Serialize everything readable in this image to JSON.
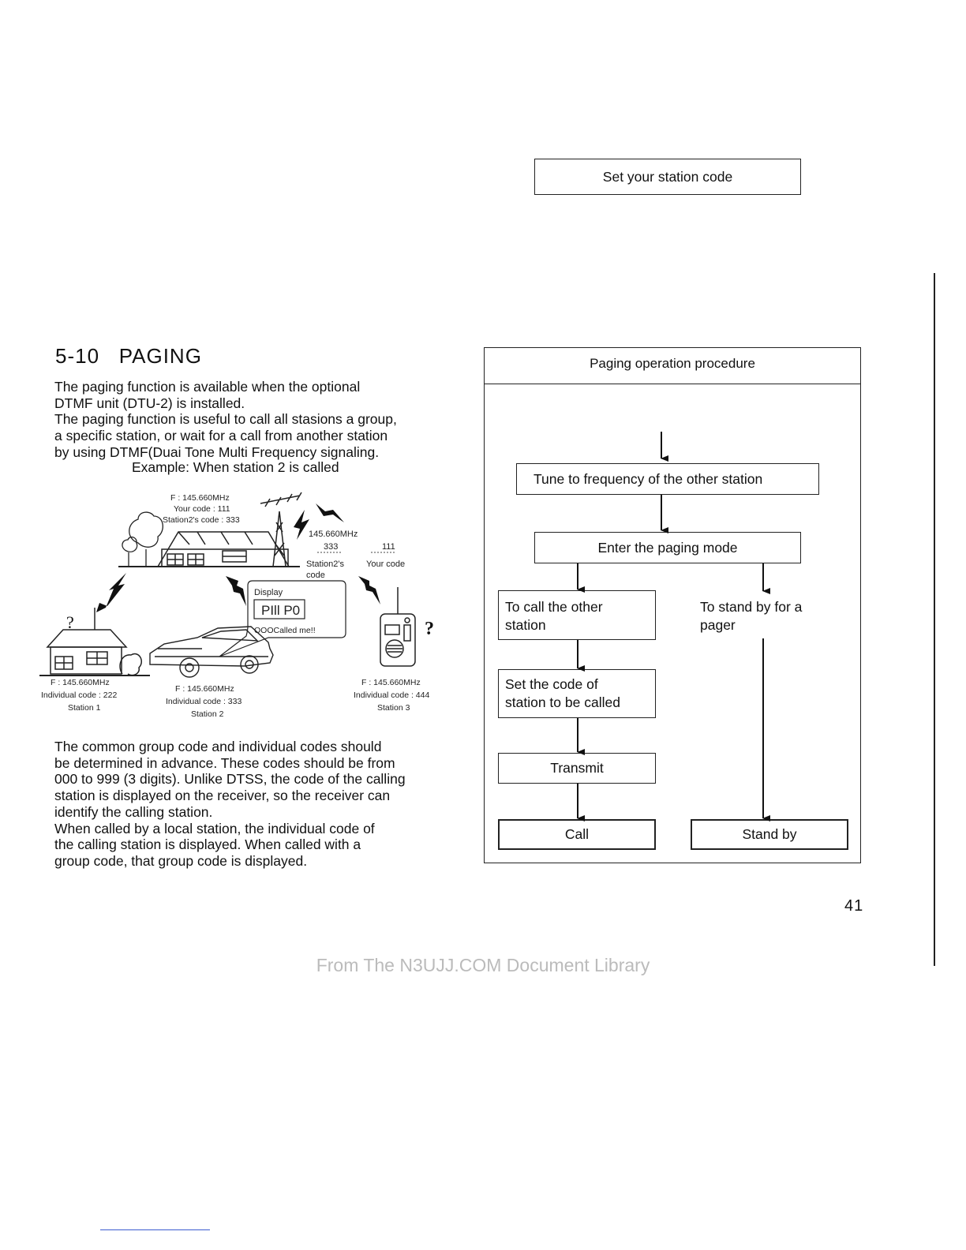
{
  "section": {
    "number": "5-10",
    "title": "PAGING"
  },
  "intro": {
    "lines": [
      "The paging function is available when the optional",
      "DTMF unit (DTU-2) is installed.",
      "The paging function is useful to call all stasions a group,",
      "a specific station, or wait for a call from another station",
      "by using DTMF(Duai Tone Multi Frequency signaling."
    ]
  },
  "example_caption": "Example: When station 2 is called",
  "illustration": {
    "tower_freq": "F : 145.660MHz",
    "your_code": "Your code : 111",
    "station2_code": "Station2's code : 333",
    "signal_freq": "145.660MHz",
    "signal_code_a": "333",
    "signal_code_b": "111",
    "signal_label_a1": "Station2's",
    "signal_label_a2": "code",
    "signal_label_b": "Your code",
    "display_label": "Display",
    "display_screen": "PIll P0",
    "display_status": "OOOCalled me!!",
    "station1": {
      "freq": "F : 145.660MHz",
      "code": "Individual code : 222",
      "name": "Station 1"
    },
    "station2": {
      "freq": "F : 145.660MHz",
      "code": "Individual code : 333",
      "name": "Station 2"
    },
    "station3": {
      "freq": "F : 145.660MHz",
      "code": "Individual code : 444",
      "name": "Station 3"
    },
    "question_mark": "?"
  },
  "body": {
    "lines": [
      "The common group code and individual codes should",
      "be determined in advance. These codes should be from",
      "000 to 999 (3 digits). Unlike DTSS, the code of the calling",
      "station is displayed on the receiver, so the receiver can",
      "identify the calling station.",
      "When called by a local station, the individual code of",
      "the calling station is displayed. When called with a",
      "group code, that group code is displayed."
    ]
  },
  "flowchart": {
    "title": "Paging operation procedure",
    "set_code": "Set your station code",
    "tune": "Tune to frequency of the other station",
    "enter_mode": "Enter the paging mode",
    "call_other_1": "To call the other",
    "call_other_2": "station",
    "standby_1": "To stand by for a",
    "standby_2": "pager",
    "set_called_1": "Set the code of",
    "set_called_2": "station to be called",
    "transmit": "Transmit",
    "call": "Call",
    "stand_by": "Stand by"
  },
  "page_number": "41",
  "footer": "From The N3UJJ.COM Document Library"
}
